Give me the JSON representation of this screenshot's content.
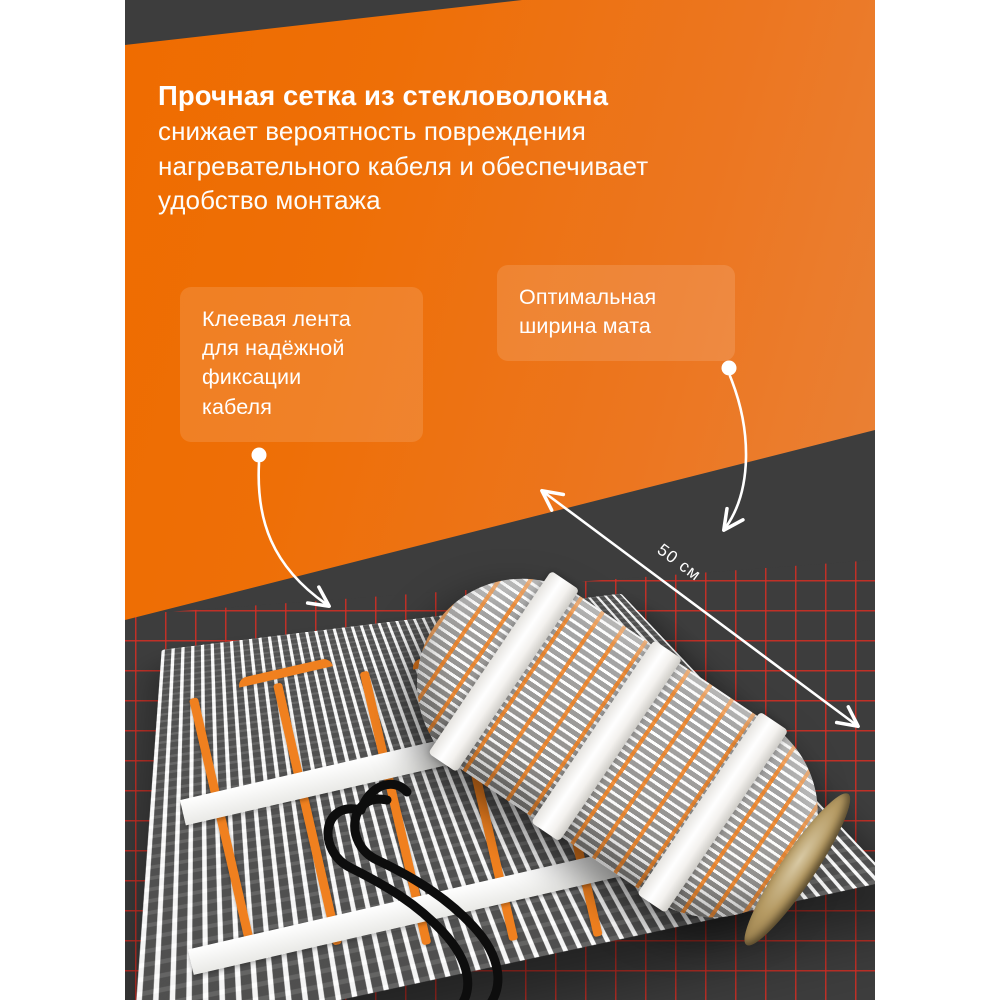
{
  "palette": {
    "orange_left": "#ed6e05",
    "orange_right": "#e98f4e",
    "dark_gray": "#3d3d3d",
    "grid_red": "#e42d21",
    "white": "#ffffff",
    "cable_orange": "#f0801f",
    "callout_fill": "rgba(255,255,255,0.13)"
  },
  "headline": {
    "line1_bold": "Прочная сетка из стекловолокна",
    "line2": "снижает вероятность повреждения",
    "line3": "нагревательного кабеля и обеспечивает",
    "line4": "удобство монтажа"
  },
  "callouts": [
    {
      "id": "adhesive-tape",
      "line1": "Клеевая лента",
      "line2": "для надёжной",
      "line3": "фиксации",
      "line4": "кабеля"
    },
    {
      "id": "mat-width",
      "line1": "Оптимальная",
      "line2": "ширина мата"
    }
  ],
  "dimension": {
    "label": "50 см",
    "value": 50,
    "unit": "см",
    "measures": "mat width"
  },
  "icons": {
    "pointer_dot": "dot-marker-icon",
    "pointer_arrow": "arrow-pointer-icon",
    "dimension_arrow": "double-headed-arrow-icon"
  },
  "product": {
    "name": "heating mat on fiberglass mesh",
    "parts": [
      "rolled mat",
      "flat mat sheet",
      "white adhesive tape bands",
      "orange heating cable",
      "black power cable"
    ]
  }
}
